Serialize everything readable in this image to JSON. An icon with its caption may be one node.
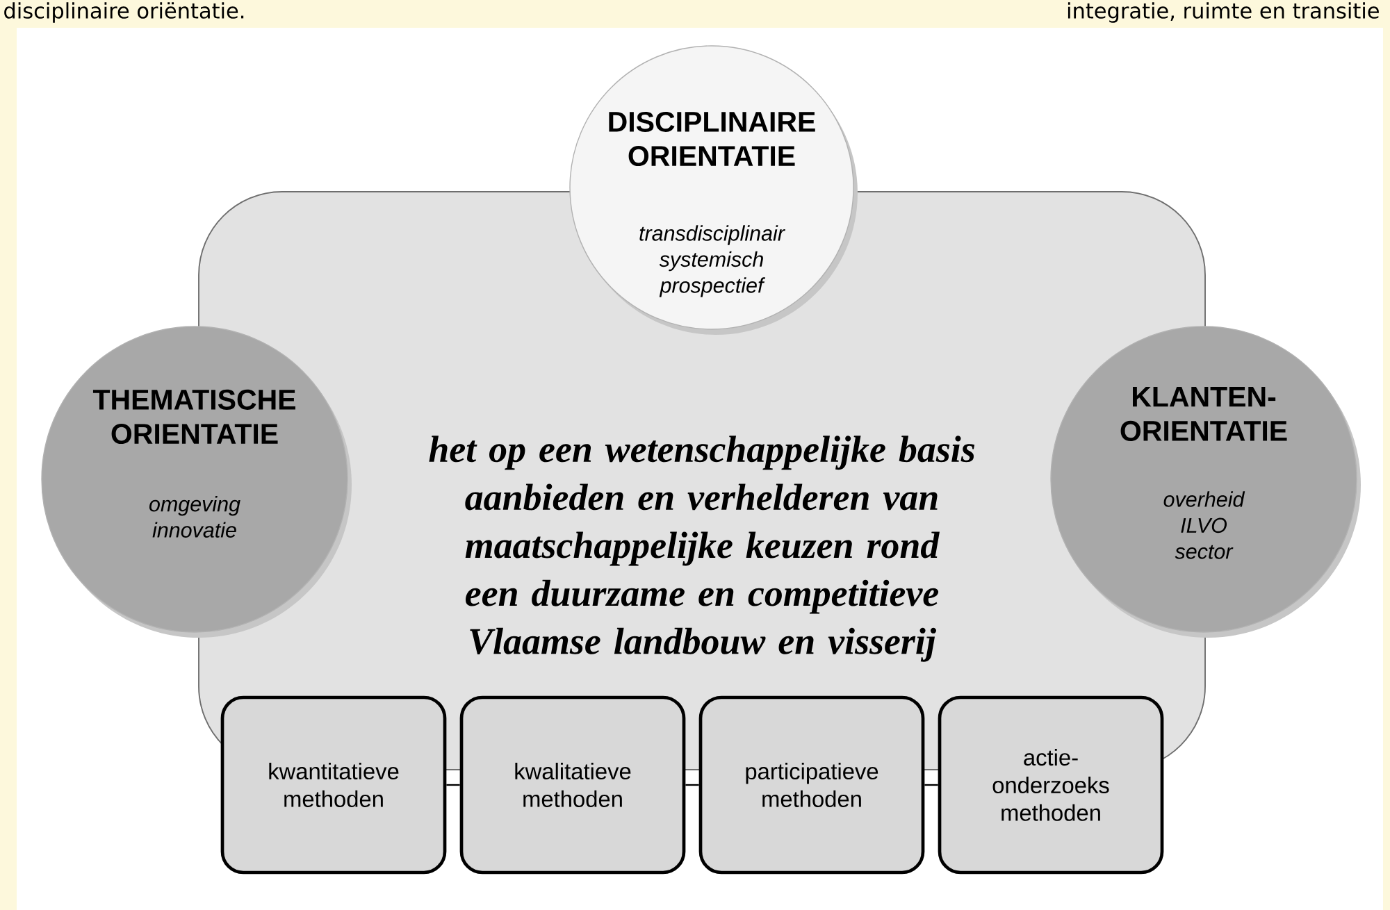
{
  "diagram": {
    "nodes": [
      {
        "text": [
          "het op een wetenschappelijke basis aanbieden en verhelderen van maatschappelijke keuzen rond een duurzame en competitieve Vlaamse landbouw en visserij"
        ]
      },
      {
        "text": [
          "DISCIPLINAIRE ORIENTATIE",
          "transdisciplinair systemisch prospectief"
        ]
      },
      {
        "text": [
          "THEMATISCHE ORIENTATIE",
          "omgeving innovatie"
        ]
      },
      {
        "text": [
          "KLANTEN- ORIENTATIE",
          "overheid ILVO sector"
        ]
      },
      {
        "text": [
          "kwantitatieve methoden"
        ]
      },
      {
        "text": [
          "kwalitatieve methoden"
        ]
      },
      {
        "text": [
          "participatieve methoden"
        ]
      },
      {
        "text": [
          "actie- onderzoeks methoden"
        ]
      }
    ],
    "edges": [
      {
        "from": 4,
        "to": 5,
        "arrow": "none"
      },
      {
        "from": 5,
        "to": 6,
        "arrow": "none"
      },
      {
        "from": 6,
        "to": 7,
        "arrow": "none"
      }
    ],
    "labels": [
      "disciplinaire oriëntatie.",
      "integratie, ruimte en transitie"
    ]
  }
}
